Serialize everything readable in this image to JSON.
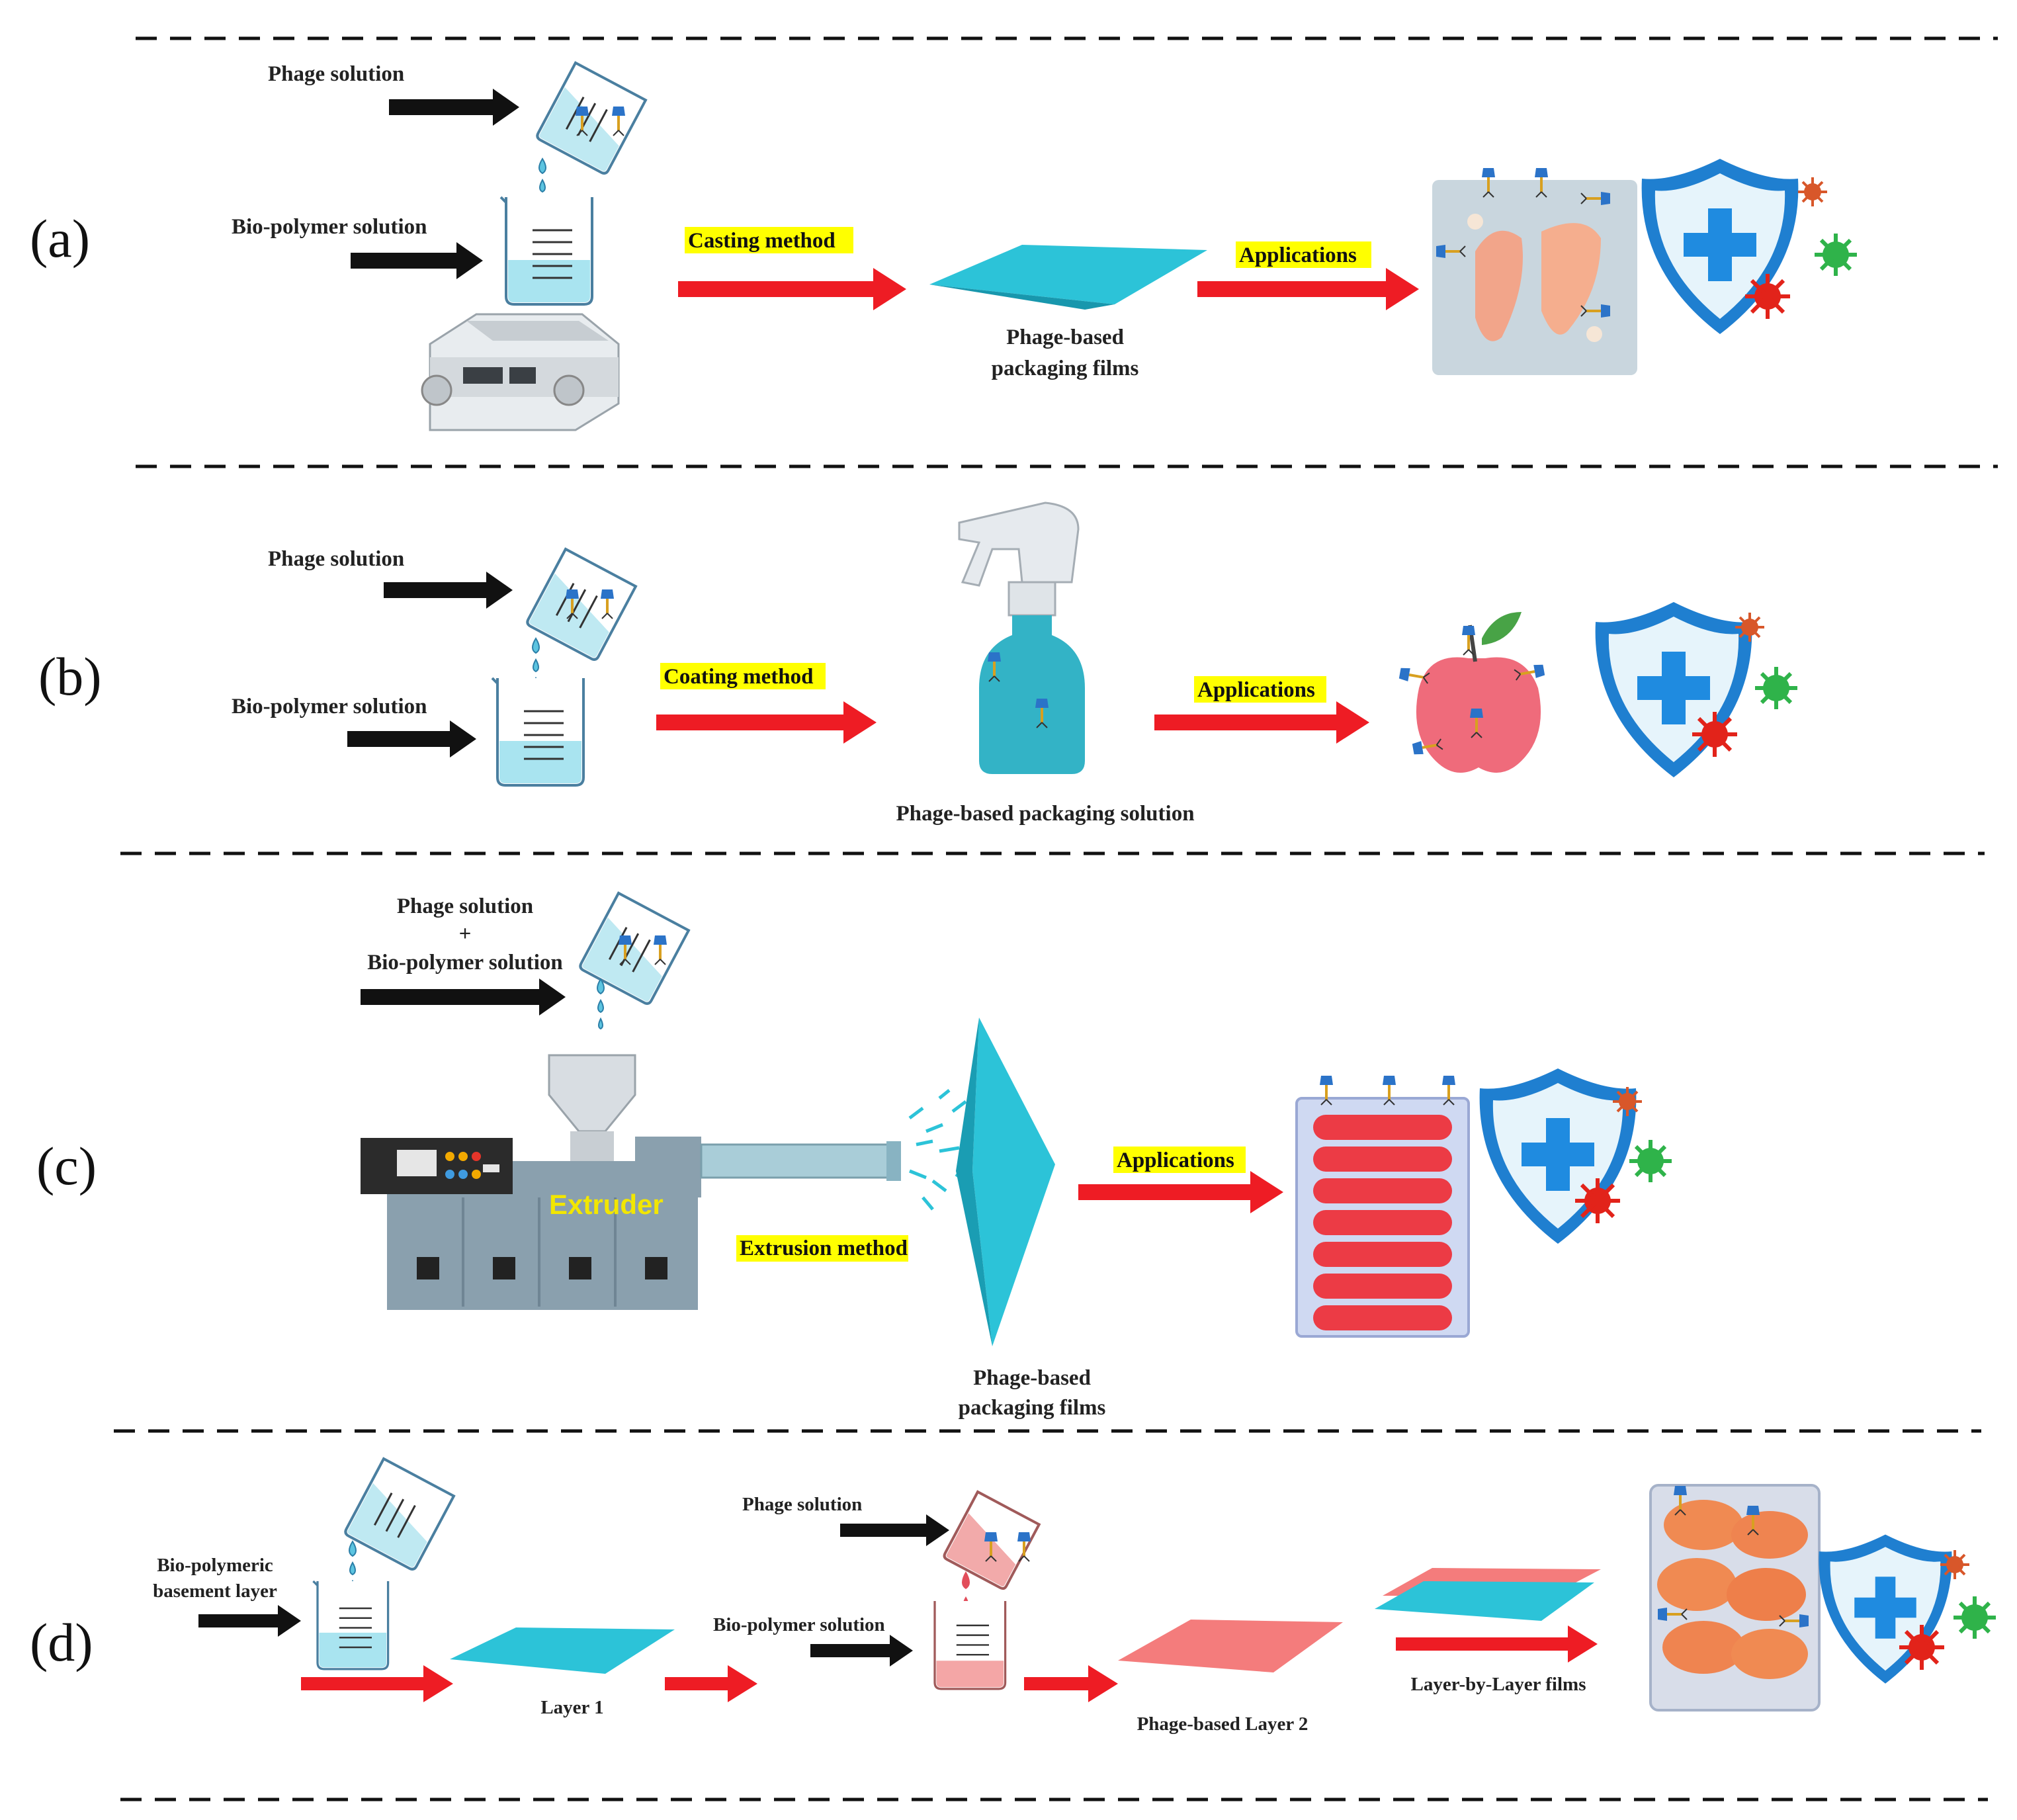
{
  "colors": {
    "arrow_process": "#ee1c24",
    "arrow_input": "#111111",
    "highlight": "#ffff00",
    "film_blue": "#2cc3d8",
    "film_pink": "#f47c7c",
    "shield_blue": "#2a8fd6",
    "bacteria_red": "#e2231a",
    "bacteria_green": "#2fb34a"
  },
  "icons": [
    "beaker-icon",
    "tilted-beaker-icon",
    "hotplate-stirrer-icon",
    "spray-bottle-icon",
    "extruder-machine-icon",
    "shield-cross-icon",
    "bacteria-icon",
    "chicken-pack-icon",
    "apple-icon",
    "sausage-tray-icon"
  ],
  "panels": {
    "a": {
      "label": "(a)",
      "phage_solution": "Phage solution",
      "biopolymer_solution": "Bio-polymer solution",
      "method": "Casting method",
      "product_line1": "Phage-based",
      "product_line2": "packaging films",
      "applications": "Applications"
    },
    "b": {
      "label": "(b)",
      "phage_solution": "Phage solution",
      "biopolymer_solution": "Bio-polymer solution",
      "method": "Coating method",
      "product": "Phage-based packaging solution",
      "applications": "Applications"
    },
    "c": {
      "label": "(c)",
      "input_line1": "Phage solution",
      "input_plus": "+",
      "input_line2": "Bio-polymer solution",
      "machine": "Extruder",
      "method": "Extrusion method",
      "product_line1": "Phage-based",
      "product_line2": "packaging films",
      "applications": "Applications"
    },
    "d": {
      "label": "(d)",
      "base_line1": "Bio-polymeric",
      "base_line2": "basement layer",
      "layer1": "Layer 1",
      "phage_solution": "Phage solution",
      "biopolymer_solution": "Bio-polymer solution",
      "layer2": "Phage-based Layer 2",
      "lbl_films": "Layer-by-Layer films"
    }
  }
}
